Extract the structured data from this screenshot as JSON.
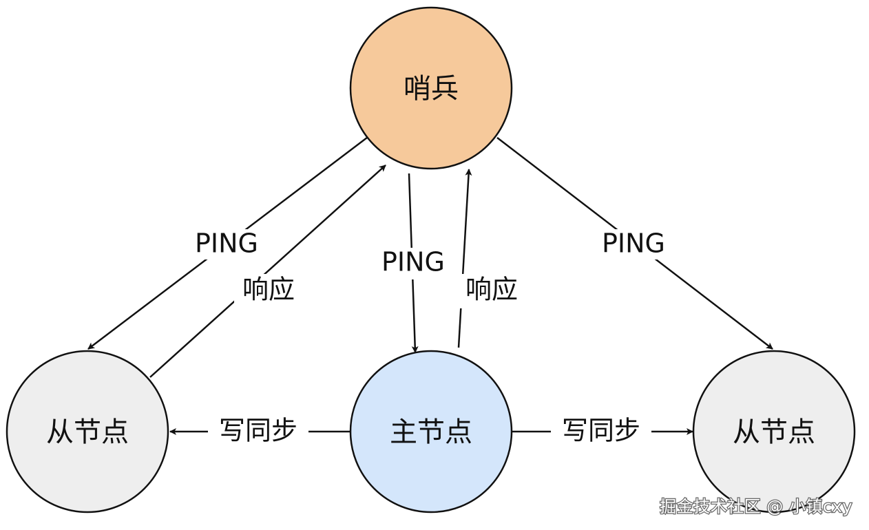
{
  "nodes": {
    "sentinel": {
      "label": "哨兵",
      "fill": "#f6c99b"
    },
    "master": {
      "label": "主节点",
      "fill": "#d4e6fb"
    },
    "slave_left": {
      "label": "从节点",
      "fill": "#eeeeee"
    },
    "slave_right": {
      "label": "从节点",
      "fill": "#eeeeee"
    }
  },
  "edges": {
    "ping_left": "PING",
    "reply_left": "响应",
    "ping_master": "PING",
    "reply_master": "响应",
    "ping_right": "PING",
    "sync_left": "写同步",
    "sync_right": "写同步"
  },
  "colors": {
    "stroke": "#111111"
  },
  "watermark": "掘金技术社区 @ 小镇cxy"
}
